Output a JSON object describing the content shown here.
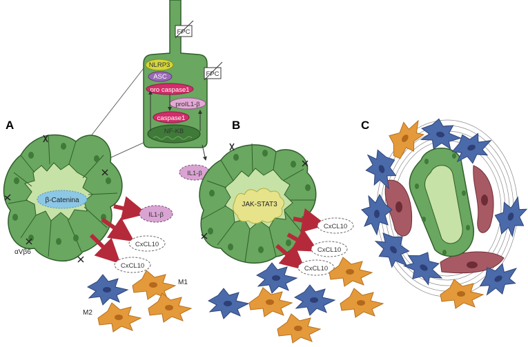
{
  "panels": {
    "a": "A",
    "b": "B",
    "c": "C"
  },
  "cell": {
    "receptor_top": "FPC",
    "receptor_side": "FPC",
    "nlrp3": "NLRP3",
    "asc": "ASC",
    "pro_caspase": "pro caspase1",
    "pro_il1b": "proIL1-β",
    "caspase": "caspase1",
    "nfkb": "NF-KB"
  },
  "panel_a": {
    "beta_catenin": "β-Catenina",
    "il1b": "IL1-β",
    "cxcl10_1": "CxCL10",
    "cxcl10_2": "CxCL10",
    "integrin": "αVβ6",
    "m1": "M1",
    "m2": "M2"
  },
  "panel_b": {
    "il1b": "IL1-β",
    "jak_stat": "JAK-STAT3",
    "cxcl10_1": "CxCL10",
    "cxcl10_2": "CxCL10",
    "cxcl10_3": "CxCL10"
  },
  "colors": {
    "epithelium": "#6aa760",
    "lumen": "#c7e2a6",
    "macrophage_m1": "#4a6aaa",
    "macrophage_m2": "#e49a3a",
    "fibroblast": "#a85a64",
    "arrow": "#b52a3a",
    "cytokine": "#d9a3d2"
  }
}
